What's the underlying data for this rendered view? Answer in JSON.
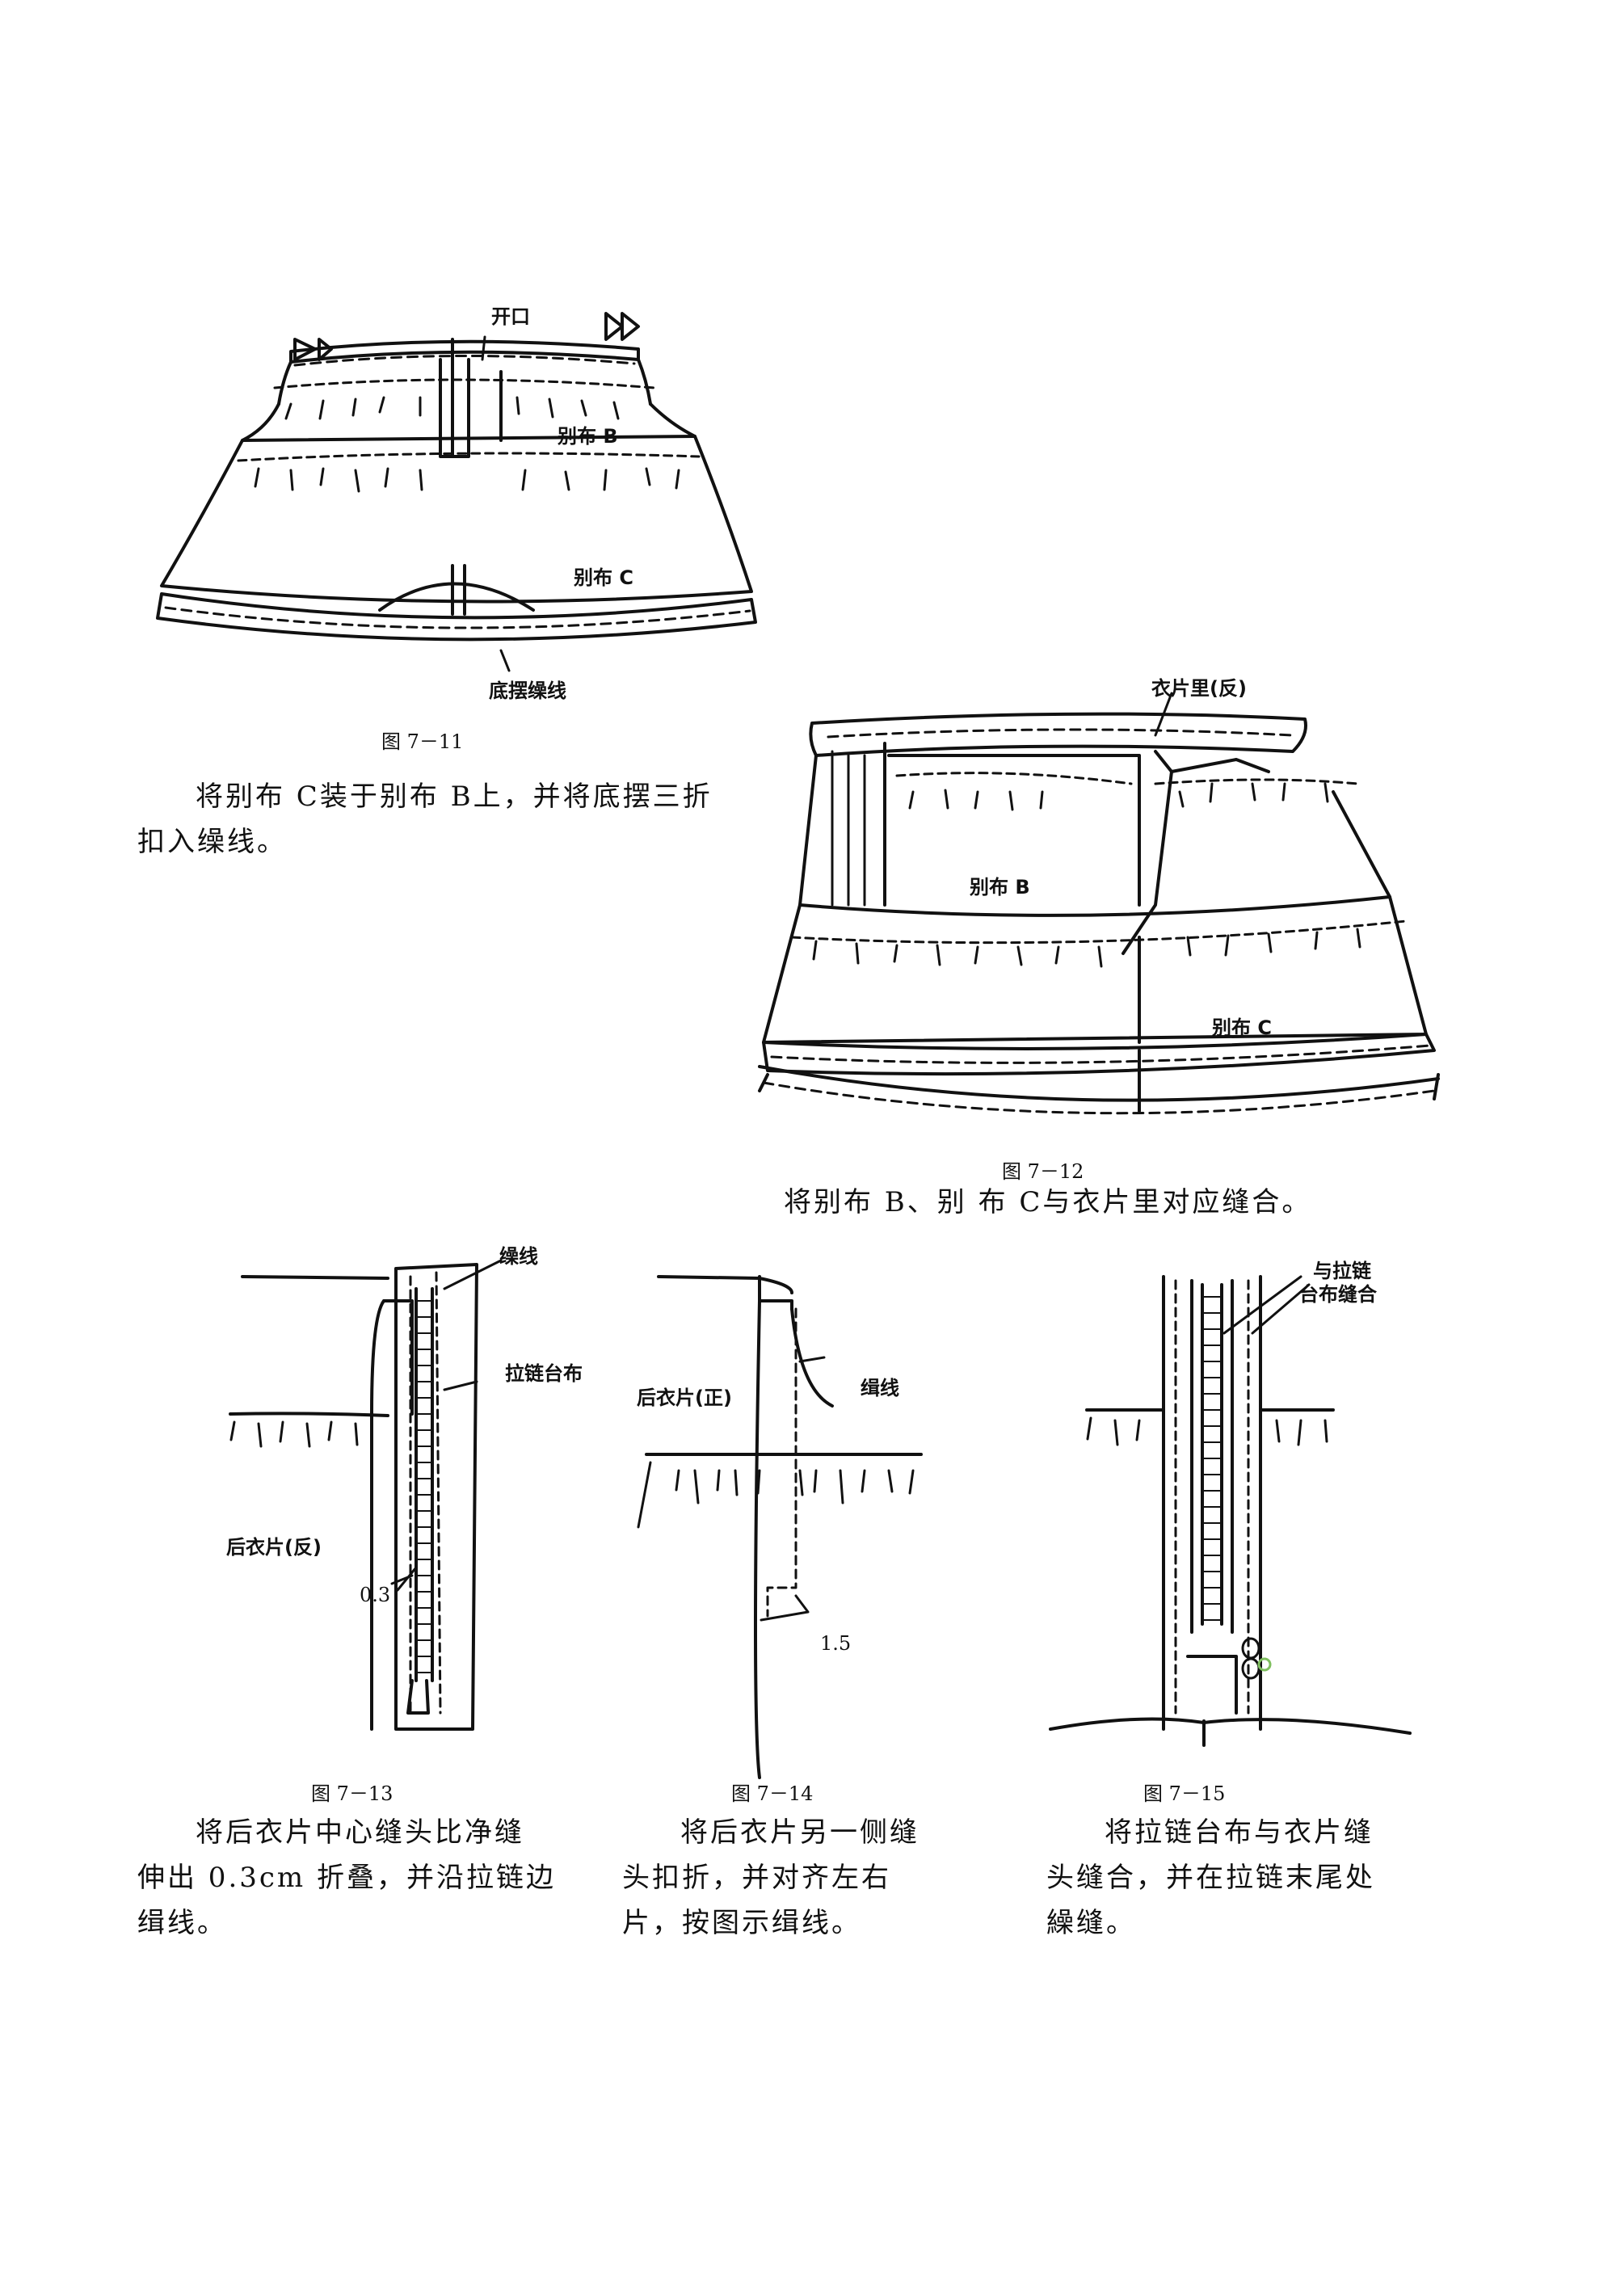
{
  "figures": [
    {
      "id": "7-11",
      "caption": "图 7－11",
      "labels": {
        "opening": "开口",
        "fabric_b": "别布 B",
        "fabric_c": "别布 C",
        "hem": "底摆缲线"
      },
      "text_lines": [
        "将别布 C装于别布 B上，并将底摆三折",
        "扣入缲线。"
      ]
    },
    {
      "id": "7-12",
      "caption": "图 7－12",
      "labels": {
        "lining": "衣片里(反)",
        "fabric_b": "别布 B",
        "fabric_c": "别布 C"
      },
      "text_lines": [
        "将别布 B、别 布 C与衣片里对应缝合。"
      ]
    },
    {
      "id": "7-13",
      "caption": "图 7－13",
      "labels": {
        "stitch": "缲线",
        "zipper_tape": "拉链台布",
        "back_panel": "后衣片(反)",
        "measure": "0.3"
      },
      "text_lines": [
        "将后衣片中心缝头比净缝",
        "伸出 0.3cm 折叠，并沿拉链边",
        "缉线。"
      ]
    },
    {
      "id": "7-14",
      "caption": "图 7－14",
      "labels": {
        "back_panel": "后衣片(正)",
        "stitch": "缉线",
        "measure": "1.5"
      },
      "text_lines": [
        "将后衣片另一侧缝",
        "头扣折，并对齐左右",
        "片，按图示缉线。"
      ]
    },
    {
      "id": "7-15",
      "caption": "图 7－15",
      "labels": {
        "sew_line1": "与拉链",
        "sew_line2": "台布缝合"
      },
      "text_lines": [
        "将拉链台布与衣片缝",
        "头缝合，并在拉链末尾处",
        "繰缝。"
      ]
    }
  ]
}
